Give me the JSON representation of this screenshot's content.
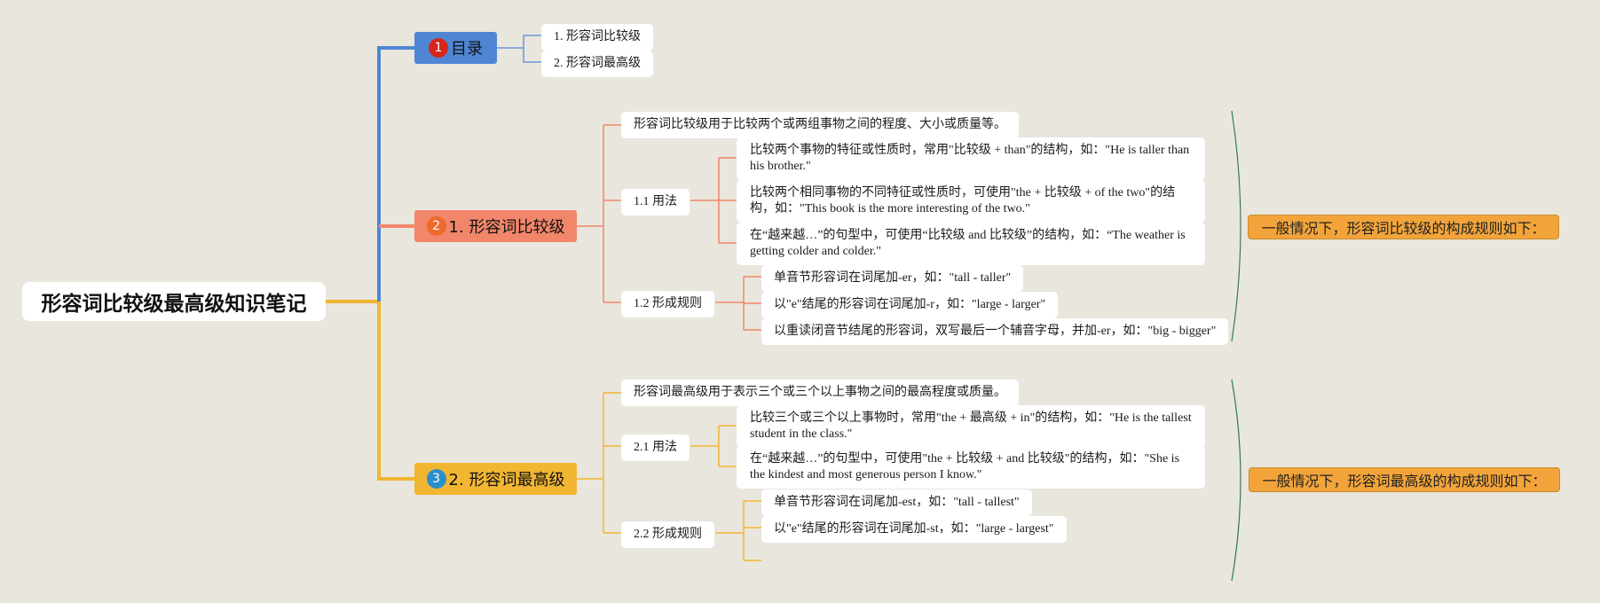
{
  "colors": {
    "background": "#e9e6dd",
    "branch_toc": "#4f86d4",
    "branch_comparative": "#f2866a",
    "branch_superlative": "#f2b632",
    "summary_fill": "#f2a43a",
    "brace": "#2e7d4f"
  },
  "root": {
    "title": "形容词比较级最高级知识笔记"
  },
  "toc": {
    "badge": "1",
    "title": "目录",
    "items": [
      "1. 形容词比较级",
      "2. 形容词最高级"
    ]
  },
  "comparative": {
    "badge": "2",
    "title": "1. 形容词比较级",
    "definition": "形容词比较级用于比较两个或两组事物之间的程度、大小或质量等。",
    "usage_label": "1.1 用法",
    "usage": [
      "比较两个事物的特征或性质时，常用\"比较级 + than\"的结构，如：\"He is taller than his brother.\"",
      "比较两个相同事物的不同特征或性质时，可使用\"the + 比较级 + of the two\"的结构，如：\"This book is the more interesting of the two.\"",
      "在“越来越…”的句型中，可使用“比较级 and 比较级”的结构，如：“The weather is getting colder and colder.\""
    ],
    "rules_label": "1.2 形成规则",
    "rules": [
      "单音节形容词在词尾加-er，如：\"tall - taller\"",
      "以\"e\"结尾的形容词在词尾加-r，如：\"large - larger\"",
      "以重读闭音节结尾的形容词，双写最后一个辅音字母，并加-er，如：\"big - bigger\""
    ],
    "summary": "一般情况下，形容词比较级的构成规则如下："
  },
  "superlative": {
    "badge": "3",
    "title": "2. 形容词最高级",
    "definition": "形容词最高级用于表示三个或三个以上事物之间的最高程度或质量。",
    "usage_label": "2.1 用法",
    "usage": [
      "比较三个或三个以上事物时，常用\"the + 最高级 + in\"的结构，如：\"He is the tallest student in the class.\"",
      "在“越来越…”的句型中，可使用\"the + 比较级 + and 比较级\"的结构，如：\"She is the kindest and most generous person I know.\""
    ],
    "rules_label": "2.2 形成规则",
    "rules": [
      "单音节形容词在词尾加-est，如：\"tall - tallest\"",
      "以\"e\"结尾的形容词在词尾加-st，如：\"large - largest\""
    ],
    "summary": "一般情况下，形容词最高级的构成规则如下："
  }
}
